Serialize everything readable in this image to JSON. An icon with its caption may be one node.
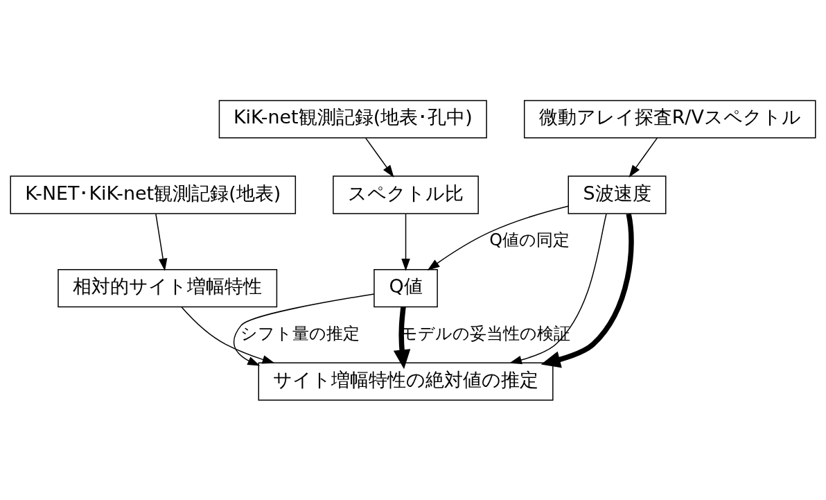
{
  "diagram": {
    "nodes": [
      {
        "text": [
          "K-NET･KiK-net観測記録(地表)"
        ]
      },
      {
        "text": [
          "KiK-net観測記録(地表･孔中)"
        ]
      },
      {
        "text": [
          "微動アレイ探査R/Vスペクトル"
        ]
      },
      {
        "text": [
          "相対的サイト増幅特性"
        ]
      },
      {
        "text": [
          "スペクトル比"
        ]
      },
      {
        "text": [
          "S波速度"
        ]
      },
      {
        "text": [
          "Q値"
        ]
      },
      {
        "text": [
          "サイト増幅特性の絶対値の推定"
        ]
      }
    ],
    "edges": [
      {
        "from": 0,
        "to": 3,
        "arrow": "to"
      },
      {
        "from": 1,
        "to": 4,
        "arrow": "to"
      },
      {
        "from": 2,
        "to": 5,
        "arrow": "to"
      },
      {
        "from": 4,
        "to": 6,
        "arrow": "to"
      },
      {
        "from": 5,
        "to": 6,
        "arrow": "to",
        "label": "Q値の同定"
      },
      {
        "from": 3,
        "to": 7,
        "arrow": "to"
      },
      {
        "from": 6,
        "to": 7,
        "arrow": "to",
        "label": "シフト量の推定"
      },
      {
        "from": 5,
        "to": 7,
        "arrow": "to"
      },
      {
        "from": 6,
        "to": 7,
        "arrow": "to",
        "style": "thick",
        "label": "モデルの妥当性の検証"
      },
      {
        "from": 5,
        "to": 7,
        "arrow": "to",
        "style": "thick"
      }
    ]
  }
}
